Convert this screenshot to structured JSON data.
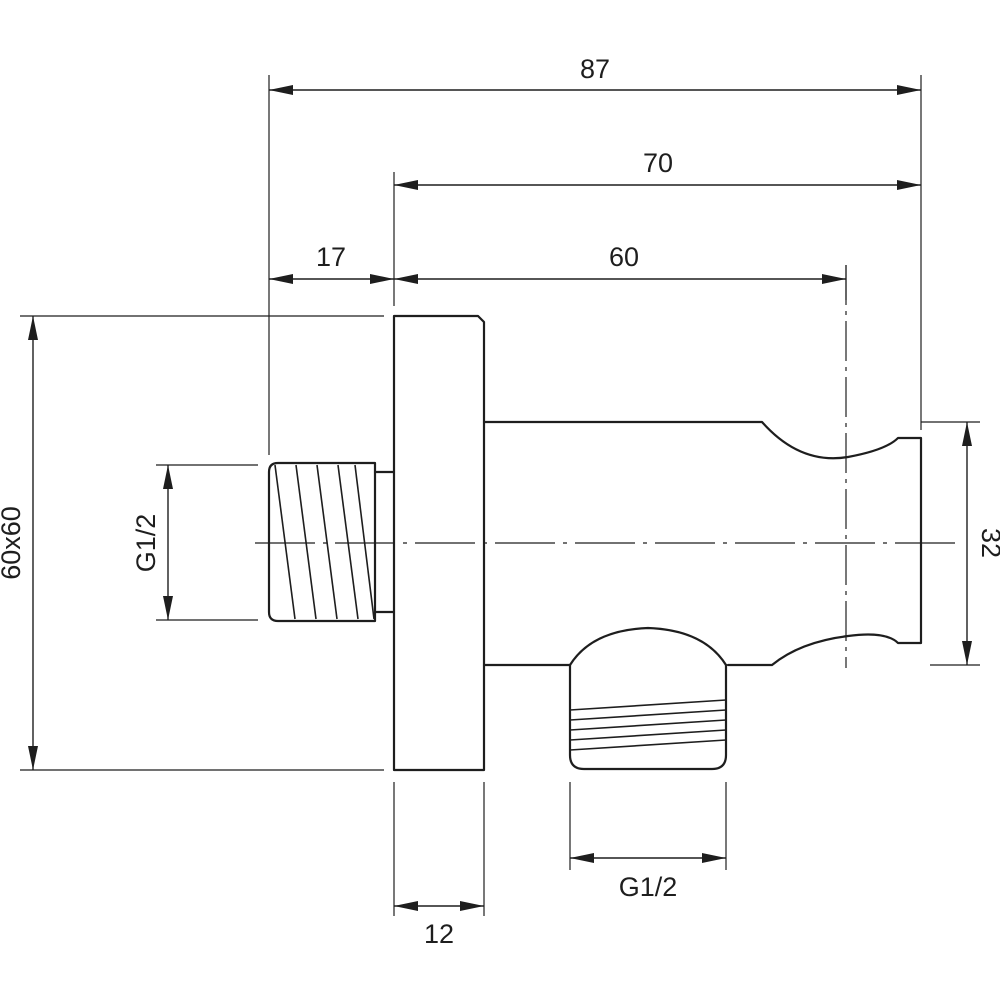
{
  "dimensions": {
    "overall_length": "87",
    "body_length": "70",
    "holder_position": "60",
    "rear_thread_length": "17",
    "rosette_thickness": "12",
    "rosette_size": "60x60",
    "holder_height": "32",
    "rear_thread": "G1/2",
    "outlet_thread": "G1/2"
  }
}
